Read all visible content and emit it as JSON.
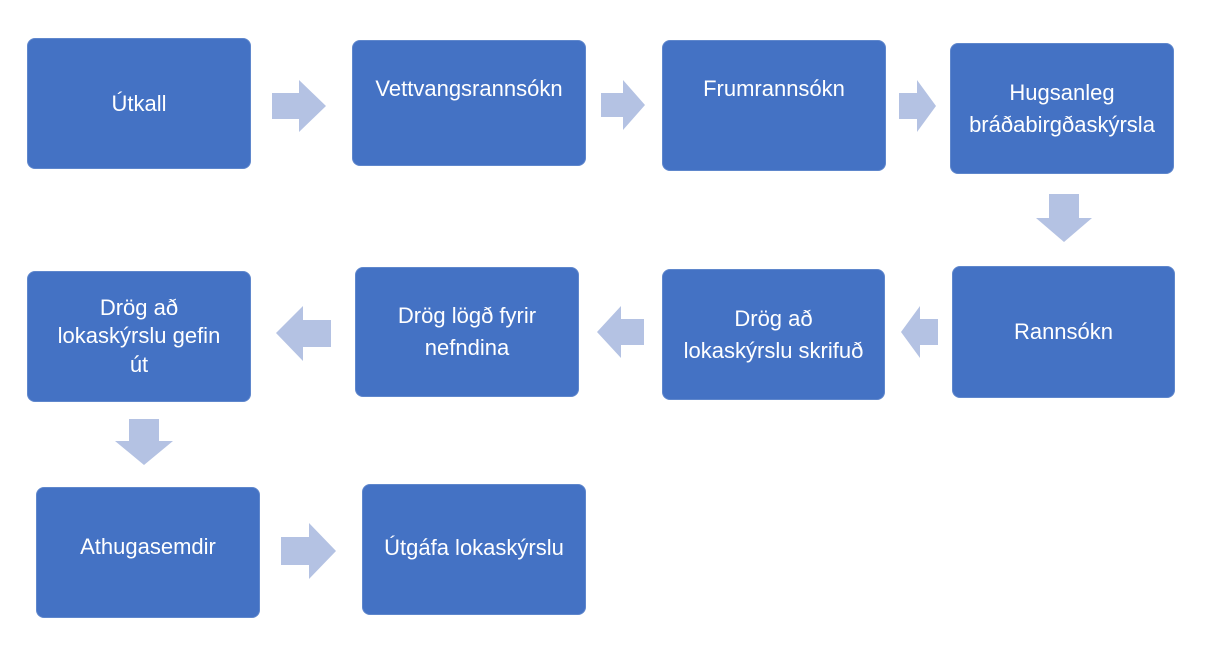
{
  "colors": {
    "box": "#4472c4",
    "text": "#ffffff",
    "arrow": "#b4c2e3",
    "background": "#ffffff"
  },
  "steps": [
    {
      "label": "Útkall"
    },
    {
      "label": "Vettvangsrannsókn"
    },
    {
      "label": "Frumrannsókn"
    },
    {
      "label": "Hugsanleg\nbráðabirgðaskýrsla"
    },
    {
      "label": "Rannsókn"
    },
    {
      "label": "Drög að\nlokaskýrslu  skrifuð"
    },
    {
      "label": "Drög lögð fyrir\nnefndina"
    },
    {
      "label": "Drög að\nlokaskýrslu gefin\nút"
    },
    {
      "label": "Athugasemdir"
    },
    {
      "label": "Útgáfa lokaskýrslu"
    }
  ],
  "arrows": [
    {
      "from": 0,
      "to": 1,
      "direction": "right"
    },
    {
      "from": 1,
      "to": 2,
      "direction": "right"
    },
    {
      "from": 2,
      "to": 3,
      "direction": "right"
    },
    {
      "from": 3,
      "to": 4,
      "direction": "down"
    },
    {
      "from": 4,
      "to": 5,
      "direction": "left"
    },
    {
      "from": 5,
      "to": 6,
      "direction": "left"
    },
    {
      "from": 6,
      "to": 7,
      "direction": "left"
    },
    {
      "from": 7,
      "to": 8,
      "direction": "down"
    },
    {
      "from": 8,
      "to": 9,
      "direction": "right"
    }
  ]
}
